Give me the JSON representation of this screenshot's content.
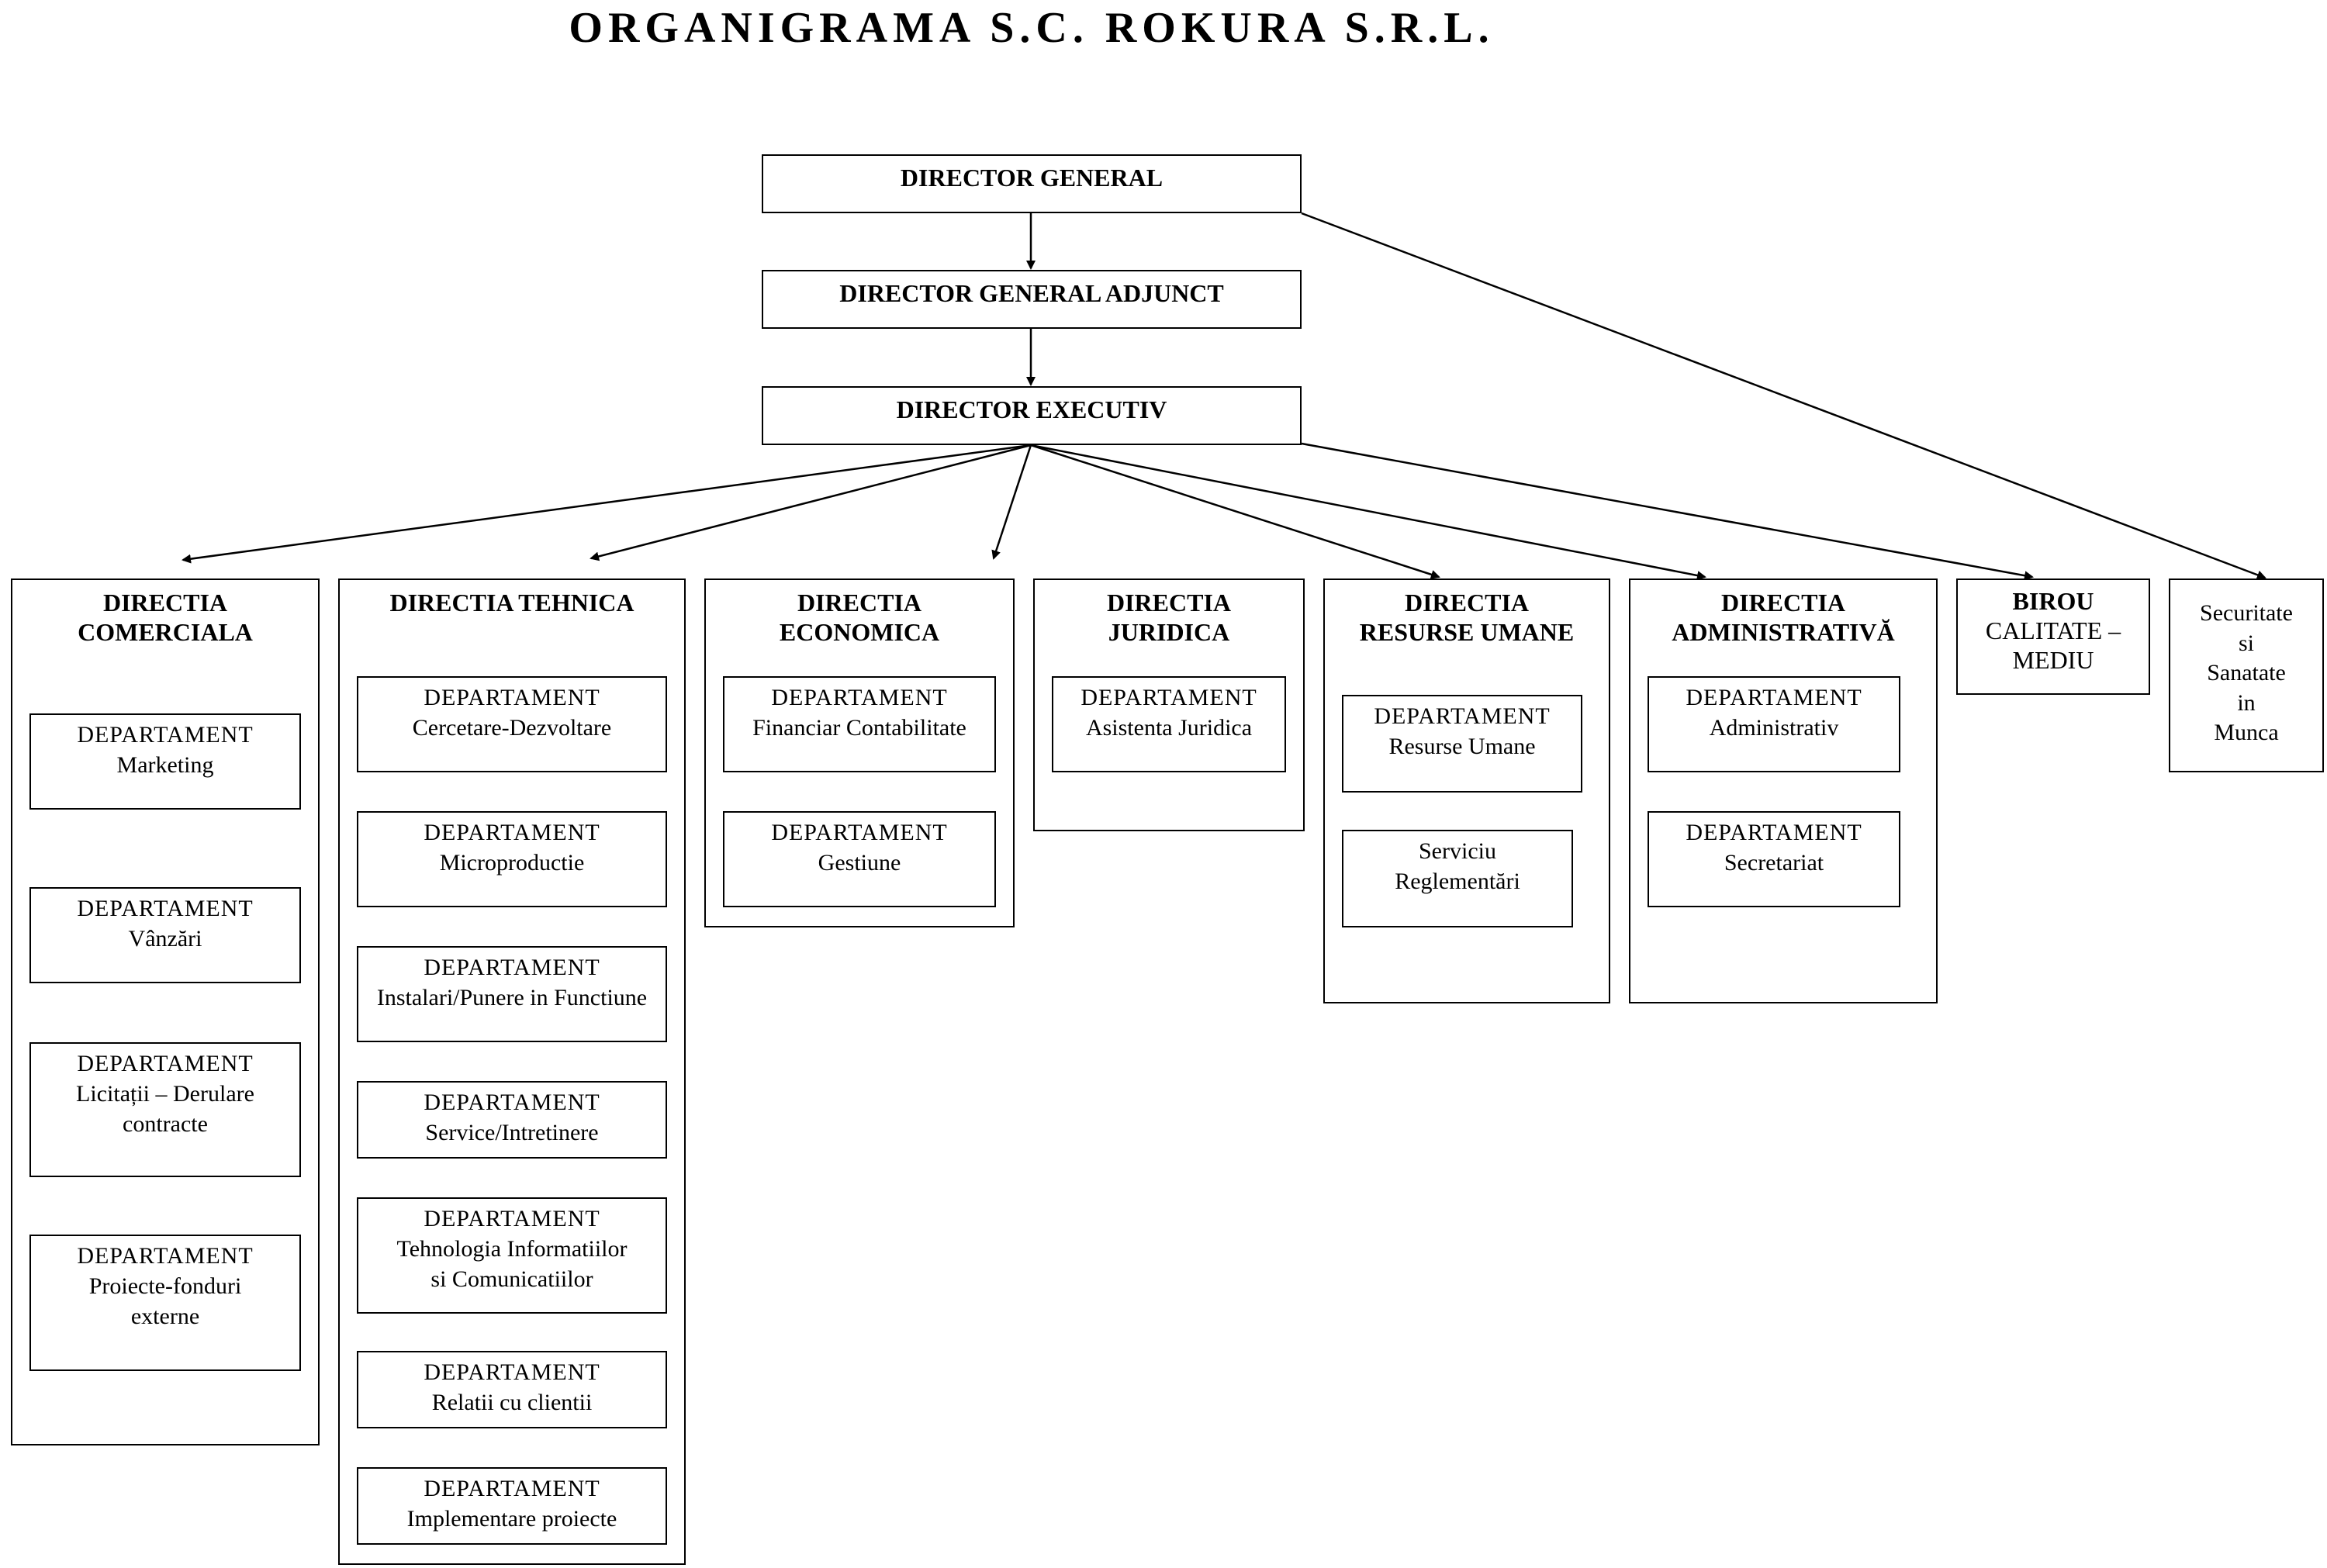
{
  "title": "ORGANIGRAMA S.C. ROKURA S.R.L.",
  "top": {
    "director_general": "DIRECTOR GENERAL",
    "director_general_adjunct": "DIRECTOR GENERAL ADJUNCT",
    "director_executiv": "DIRECTOR EXECUTIV"
  },
  "directions": {
    "comerciala": {
      "title": [
        "DIRECTIA",
        "COMERCIALA"
      ],
      "departments": [
        [
          "DEPARTAMENT",
          "Marketing"
        ],
        [
          "DEPARTAMENT",
          "Vânzări"
        ],
        [
          "DEPARTAMENT",
          "Licitații – Derulare",
          "contracte"
        ],
        [
          "DEPARTAMENT",
          "Proiecte-fonduri",
          "externe"
        ]
      ]
    },
    "tehnica": {
      "title": [
        "DIRECTIA TEHNICA"
      ],
      "departments": [
        [
          "DEPARTAMENT",
          "Cercetare-Dezvoltare"
        ],
        [
          "DEPARTAMENT",
          "Microproductie"
        ],
        [
          "DEPARTAMENT",
          "Instalari/Punere in Functiune"
        ],
        [
          "DEPARTAMENT",
          "Service/Intretinere"
        ],
        [
          "DEPARTAMENT",
          "Tehnologia Informatiilor",
          "si Comunicatiilor"
        ],
        [
          "DEPARTAMENT",
          "Relatii cu clientii"
        ],
        [
          "DEPARTAMENT",
          "Implementare proiecte"
        ]
      ]
    },
    "economica": {
      "title": [
        "DIRECTIA",
        "ECONOMICA"
      ],
      "departments": [
        [
          "DEPARTAMENT",
          "Financiar Contabilitate"
        ],
        [
          "DEPARTAMENT",
          "Gestiune"
        ]
      ]
    },
    "juridica": {
      "title": [
        "DIRECTIA",
        "JURIDICA"
      ],
      "departments": [
        [
          "DEPARTAMENT",
          "Asistenta Juridica"
        ]
      ]
    },
    "resurse_umane": {
      "title": [
        "DIRECTIA",
        "RESURSE UMANE"
      ],
      "departments": [
        [
          "DEPARTAMENT",
          "Resurse Umane"
        ],
        [
          "Serviciu",
          "Reglementări"
        ]
      ]
    },
    "administrativa": {
      "title": [
        "DIRECTIA",
        "ADMINISTRATIVĂ"
      ],
      "departments": [
        [
          "DEPARTAMENT",
          "Administrativ"
        ],
        [
          "DEPARTAMENT",
          "Secretariat"
        ]
      ]
    }
  },
  "birou": {
    "title": "BIROU",
    "lines": [
      "CALITATE –",
      "MEDIU"
    ]
  },
  "securitate": {
    "lines": [
      "Securitate",
      "si",
      "Sanatate",
      "in",
      "Munca"
    ]
  }
}
